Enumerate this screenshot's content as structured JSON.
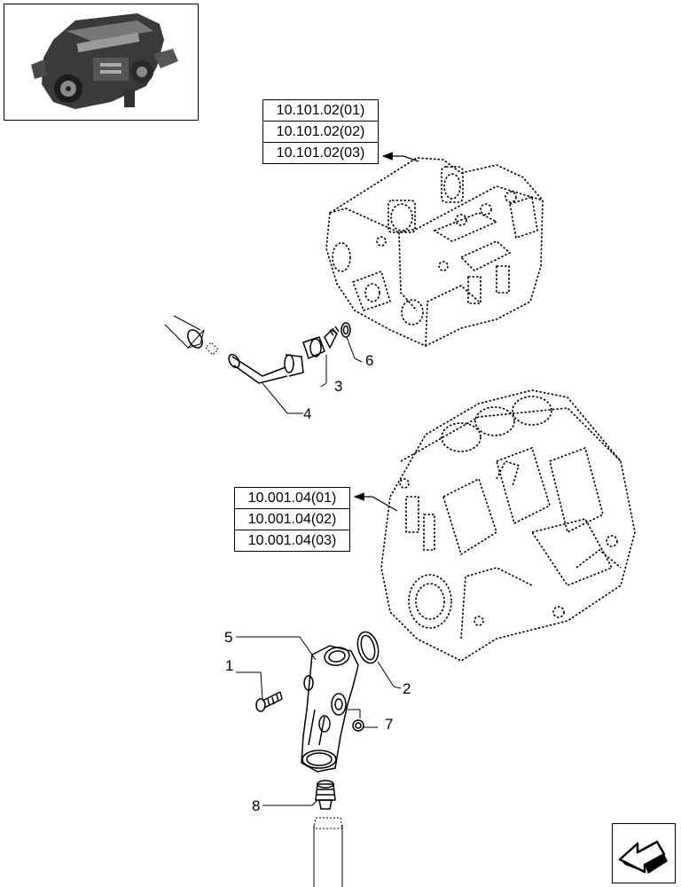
{
  "reference_groups": {
    "cylinder_head": [
      "10.101.02(01)",
      "10.101.02(02)",
      "10.101.02(03)"
    ],
    "crankcase": [
      "10.001.04(01)",
      "10.001.04(02)",
      "10.001.04(03)"
    ]
  },
  "callouts": {
    "c1": "1",
    "c2": "2",
    "c3": "3",
    "c4": "4",
    "c5": "5",
    "c6": "6",
    "c7": "7",
    "c8": "8"
  },
  "icons": {
    "thumbnail": "engine-thumbnail-icon",
    "nav": "back-arrow-icon"
  }
}
